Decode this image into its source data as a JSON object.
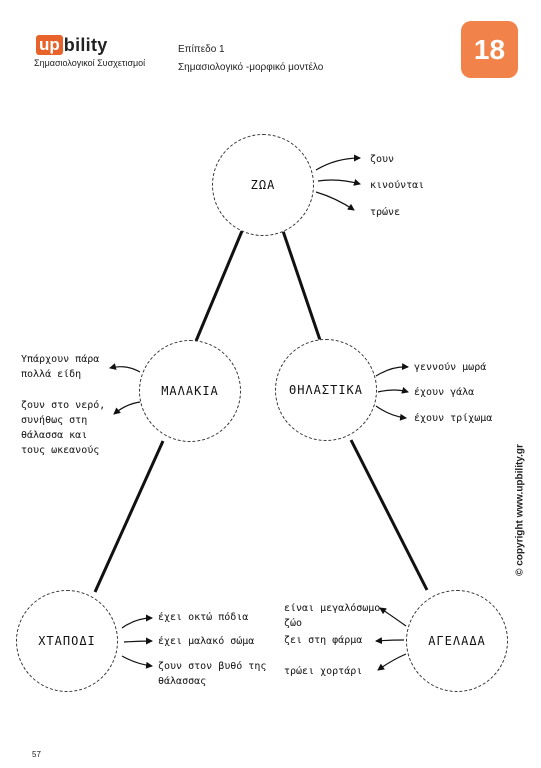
{
  "header": {
    "logo_up": "up",
    "logo_bility": "bility",
    "logo_subtitle": "Σημασιολογικοί Συσχετισμοί",
    "level": "Επίπεδο 1",
    "subtitle": "Σημασιολογικό -μορφικό μοντέλο",
    "badge": "18",
    "badge_color": "#f0824a",
    "logo_color": "#e8632b"
  },
  "nodes": {
    "zoa": "ΖΩΑ",
    "malakia": "ΜΑΛΑΚΙΑ",
    "thilastika": "ΘΗΛΑΣΤΙΚΑ",
    "xtapodi": "ΧΤΑΠΟΔΙ",
    "agelada": "ΑΓΕΛΑΔΑ"
  },
  "notes": {
    "zoa": [
      "ζουν",
      "κινούνται",
      "τρώνε"
    ],
    "malakia": [
      [
        "Υπάρχουν πάρα",
        "πολλά είδη"
      ],
      [
        "ζουν στο νερό,",
        "συνήθως στη",
        "θάλασσα και",
        "τους ωκεανούς"
      ]
    ],
    "thilastika": [
      "γεννούν μωρά",
      "έχουν γάλα",
      "έχουν τρίχωμα"
    ],
    "xtapodi": [
      "έχει οκτώ πόδια",
      "έχει μαλακό σώμα",
      [
        "ζουν στον βυθό της",
        "θάλασσας"
      ]
    ],
    "agelada": [
      [
        "είναι μεγαλόσωμο",
        "ζώο"
      ],
      "ζει στη φάρμα",
      "τρώει χορτάρι"
    ]
  },
  "footer": {
    "copyright": "© copyright www.upbility.gr",
    "page_number": "57"
  }
}
